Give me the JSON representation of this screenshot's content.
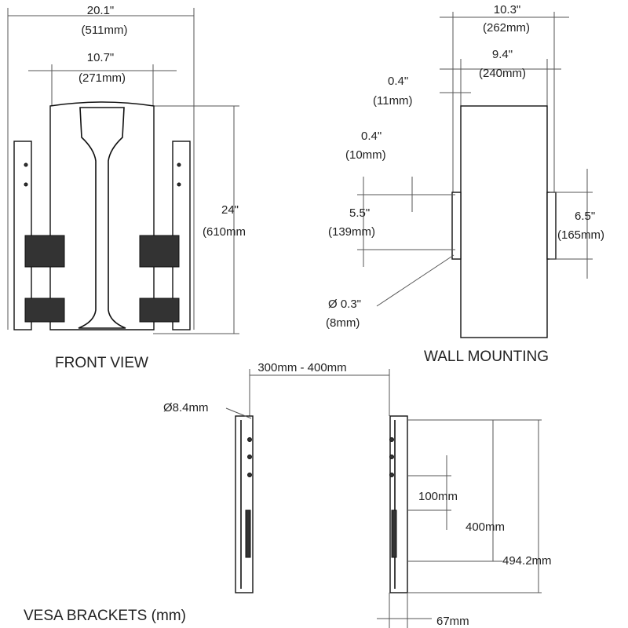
{
  "front_view": {
    "title": "FRONT VIEW",
    "width_in": "20.1\"",
    "width_mm": "(511mm)",
    "inner_in": "10.7\"",
    "inner_mm": "(271mm)",
    "height_in": "24\"",
    "height_mm": "(610mm"
  },
  "wall_mounting": {
    "title": "WALL MOUNTING",
    "outer_in": "10.3\"",
    "outer_mm": "(262mm)",
    "inner_in": "9.4\"",
    "inner_mm": "(240mm)",
    "offset1_in": "0.4\"",
    "offset1_mm": "(11mm)",
    "offset2_in": "0.4\"",
    "offset2_mm": "(10mm)",
    "left_span_in": "5.5\"",
    "left_span_mm": "(139mm)",
    "right_span_in": "6.5\"",
    "right_span_mm": "(165mm)",
    "hole_in": "Ø 0.3\"",
    "hole_mm": "(8mm)"
  },
  "vesa_brackets": {
    "title": "VESA BRACKETS (mm)",
    "spacing": "300mm - 400mm",
    "hole": "Ø8.4mm",
    "pitch": "100mm",
    "range": "400mm",
    "length": "494.2mm",
    "depth": "67mm"
  }
}
